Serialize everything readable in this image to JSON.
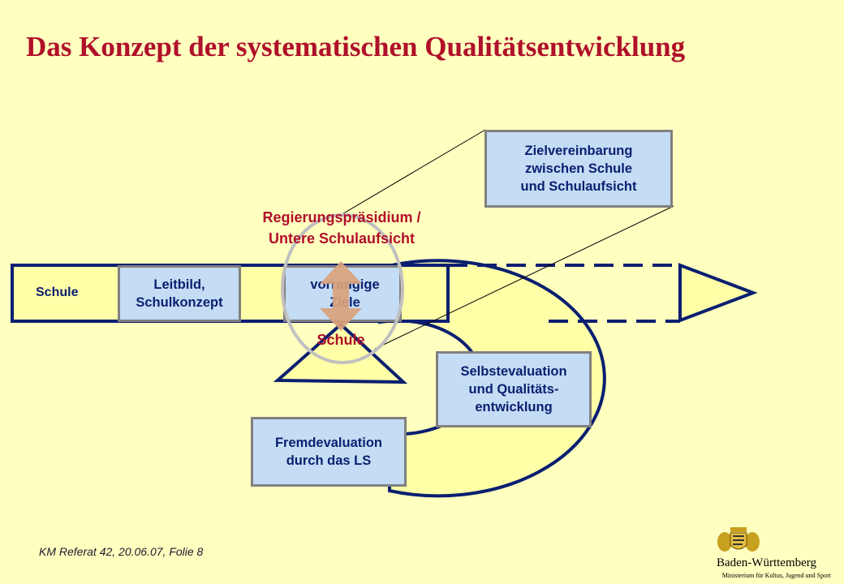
{
  "title": "Das Konzept der systematischen Qualitätsentwicklung",
  "boxes": {
    "zielvereinbarung": "Zielvereinbarung\nzwischen Schule\nund Schulaufsicht",
    "leitbild": "Leitbild,\nSchulkonzept",
    "ziele": "vorrangige\nZiele",
    "selbstevaluation": "Selbstevaluation\nund Qualitäts-\nentwicklung",
    "fremdevaluation": "Fremdevaluation\ndurch das LS"
  },
  "labels": {
    "schule_left": "Schule",
    "regierung": "Regierungspräsidium /\nUntere Schulaufsicht",
    "schule_center": "Schule"
  },
  "footer": {
    "referat": "KM Referat 42, 20.06.07, Folie 8",
    "state": "Baden-Württemberg",
    "ministry": "Ministerium für Kultus, Jugend und Sport"
  },
  "colors": {
    "background": "#ffffc0",
    "title": "#b0102a",
    "navy": "#0a1f70",
    "box_fill": "#c4dcf4",
    "arrow_fill": "#ffffa8",
    "double_arrow": "#d9a27c"
  }
}
